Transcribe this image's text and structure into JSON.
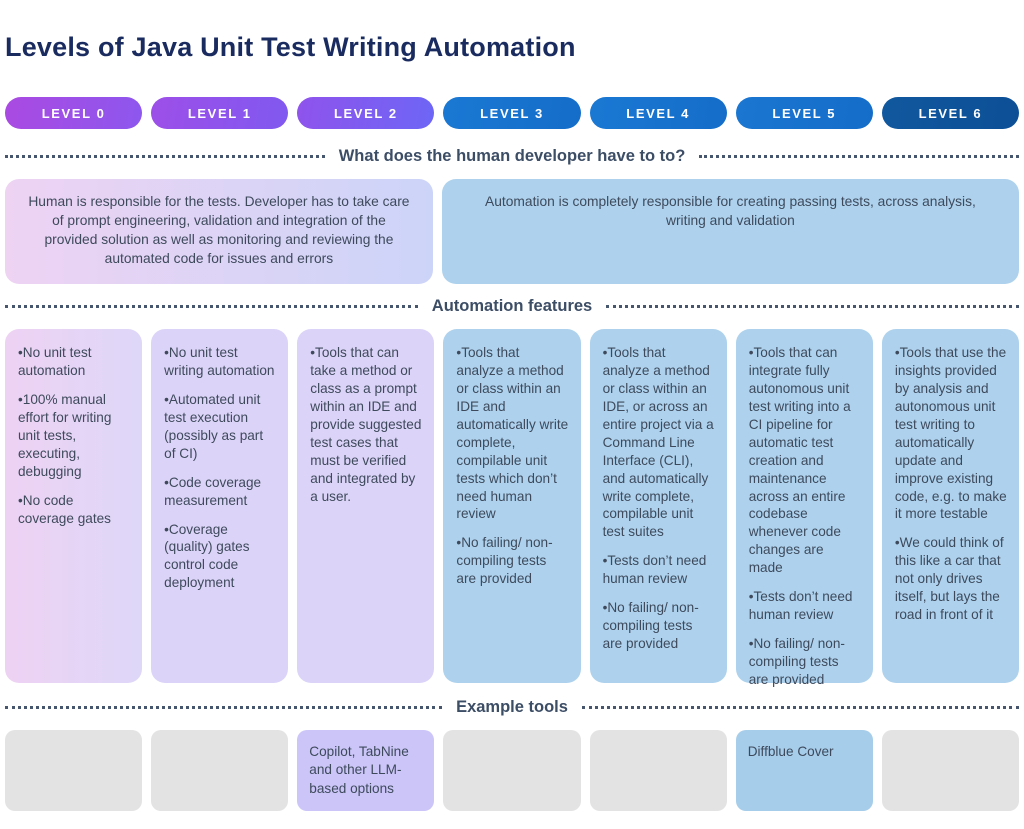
{
  "title": "Levels of Java Unit Test Writing Automation",
  "levels": [
    {
      "label": "LEVEL 0",
      "from": "#aa4ae2",
      "to": "#8d57ee"
    },
    {
      "label": "LEVEL 1",
      "from": "#9d4fe8",
      "to": "#8059f0"
    },
    {
      "label": "LEVEL 2",
      "from": "#8f53ec",
      "to": "#6d66f6"
    },
    {
      "label": "LEVEL 3",
      "from": "#1a78d3",
      "to": "#146dc9"
    },
    {
      "label": "LEVEL 4",
      "from": "#1a78d3",
      "to": "#146dc9"
    },
    {
      "label": "LEVEL 5",
      "from": "#1a76d1",
      "to": "#146dc9"
    },
    {
      "label": "LEVEL 6",
      "from": "#10589f",
      "to": "#0d4f96"
    }
  ],
  "sections": {
    "human": {
      "heading": "What does the human developer have to to?",
      "left_text": "Human is responsible for the tests. Developer has to take care of prompt engineering, validation and integration of the provided solution as well as monitoring and reviewing the automated code for issues and errors",
      "right_text": "Automation is completely responsible for creating passing tests, across analysis, writing and validation"
    },
    "features": {
      "heading": "Automation features",
      "columns": [
        {
          "bullets": [
            "No unit test automation",
            "100% manual effort for writing unit tests, executing, debugging",
            "No code coverage gates"
          ]
        },
        {
          "bullets": [
            "No unit test writing automation",
            "Automated unit test execution (possibly as part of CI)",
            "Code coverage measurement",
            "Coverage (quality) gates control code deployment"
          ]
        },
        {
          "bullets": [
            "Tools that can take a method or class as a prompt within an IDE and provide suggested test cases that must be verified and integrated by a user."
          ]
        },
        {
          "bullets": [
            "Tools that analyze a method or class within an IDE and automatically write complete, compilable unit tests which don’t need human review",
            "No failing/ non-compiling tests are provided"
          ]
        },
        {
          "bullets": [
            "Tools that analyze a method or class within an IDE, or across an entire project via a Command Line Interface (CLI), and automatically write complete, compilable unit test suites",
            "Tests don’t need human review",
            "No failing/ non-compiling tests are provided"
          ]
        },
        {
          "bullets": [
            "Tools that can integrate fully autonomous unit test writing into a CI pipeline for automatic test creation and maintenance across an entire codebase whenever code changes are made",
            "Tests don’t need human review",
            "No failing/ non-compiling tests are provided"
          ]
        },
        {
          "bullets": [
            "Tools that use the insights provided by analysis and autonomous unit test writing to automatically update and improve existing code, e.g. to make it more testable",
            "We could think of this like a car that not only drives itself, but lays the road in front of it"
          ]
        }
      ]
    },
    "tools": {
      "heading": "Example tools",
      "cells": [
        "",
        "",
        "Copilot, TabNine and other LLM-based options",
        "",
        "",
        "Diffblue Cover",
        ""
      ]
    }
  },
  "colors": {
    "title": "#1a2b5f",
    "heading": "#3c4d66",
    "body": "#3e4a5c",
    "human-left-from": "#eed3f3",
    "human-left-to": "#ccd4f8",
    "human-right": "#aed2ed",
    "col-l0-from": "#eed2f3",
    "col-l0-to": "#ded7f8",
    "col-purple": "#dcd4f8",
    "col-blue": "#aed2ed",
    "tool-gray": "#e3e3e3",
    "tool-purple": "#cbc5f8",
    "tool-blue": "#a6cdea"
  }
}
